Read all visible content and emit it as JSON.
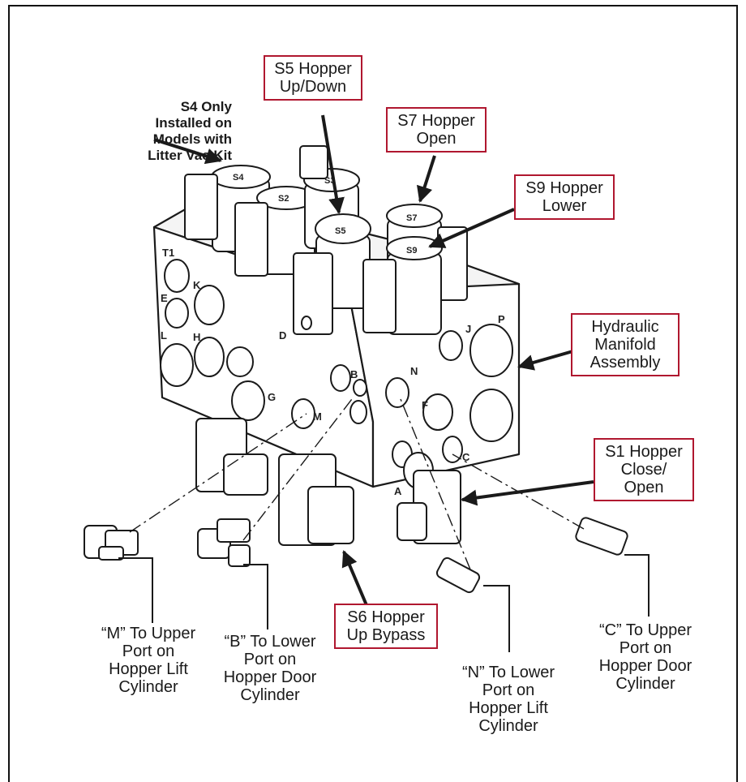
{
  "callouts": {
    "s4": [
      "S4 Only",
      "Installed on",
      "Models with",
      "Litter Vac Kit"
    ],
    "s5": [
      "S5 Hopper",
      "Up/Down"
    ],
    "s7": [
      "S7 Hopper",
      "Open"
    ],
    "s9": [
      "S9 Hopper",
      "Lower"
    ],
    "manifold": [
      "Hydraulic",
      "Manifold",
      "Assembly"
    ],
    "s1": [
      "S1 Hopper",
      "Close/",
      "Open"
    ],
    "s6": [
      "S6 Hopper",
      "Up Bypass"
    ],
    "m_port": [
      "“M” To Upper",
      "Port on",
      "Hopper Lift",
      "Cylinder"
    ],
    "b_port": [
      "“B” To Lower",
      "Port on",
      "Hopper Door",
      "Cylinder"
    ],
    "n_port": [
      "“N” To Lower",
      "Port on",
      "Hopper Lift",
      "Cylinder"
    ],
    "c_port": [
      "“C” To Upper",
      "Port on",
      "Hopper Door",
      "Cylinder"
    ]
  },
  "port_letters": {
    "t1": "T1",
    "k": "K",
    "e": "E",
    "l": "L",
    "h": "H",
    "g": "G",
    "d": "D",
    "b": "B",
    "m": "M",
    "n": "N",
    "f": "F",
    "c": "C",
    "a": "A",
    "j": "J",
    "p": "P"
  },
  "valve_caps": {
    "s4": "S4",
    "s2": "S2",
    "s3": "S3",
    "s5": "S5",
    "s7": "S7",
    "s9": "S9"
  },
  "colors": {
    "callout_border": "#b0172f",
    "line": "#1a1a1a"
  }
}
